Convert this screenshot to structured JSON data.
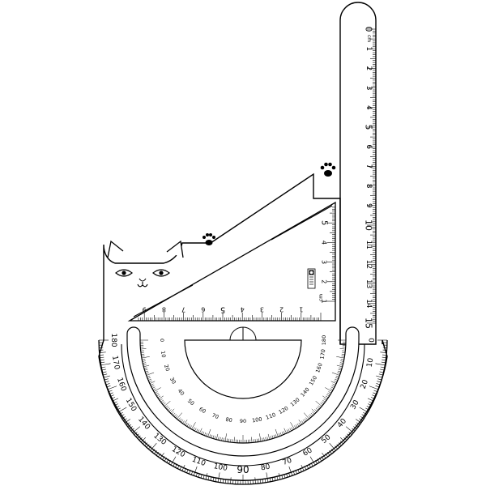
{
  "ruler": {
    "labels": [
      "0",
      "1",
      "2",
      "3",
      "4",
      "5",
      "6",
      "7",
      "8",
      "9",
      "10",
      "11",
      "12",
      "13",
      "14",
      "15"
    ],
    "unit": "cm"
  },
  "triangle": {
    "bottom_labels": [
      "1",
      "2",
      "3",
      "4",
      "5",
      "6",
      "7",
      "8",
      "9"
    ],
    "side_labels": [
      "1",
      "2",
      "3",
      "4",
      "5"
    ],
    "unit": "cm"
  },
  "protractor_outer": {
    "labels": [
      "0",
      "10",
      "20",
      "30",
      "40",
      "50",
      "60",
      "70",
      "80",
      "90",
      "100",
      "110",
      "120",
      "130",
      "140",
      "150",
      "160",
      "170",
      "180"
    ]
  },
  "protractor_inner": {
    "labels": [
      "0",
      "10",
      "20",
      "30",
      "40",
      "50",
      "60",
      "70",
      "80",
      "90",
      "100",
      "110",
      "120",
      "130",
      "140",
      "150",
      "160",
      "170",
      "180"
    ]
  },
  "icons": [
    "cat-face-icon",
    "paw-print-icon",
    "paw-print-icon",
    "brand-logo-icon"
  ],
  "colors": {
    "stroke": "#000000",
    "fill": "#ffffff"
  }
}
